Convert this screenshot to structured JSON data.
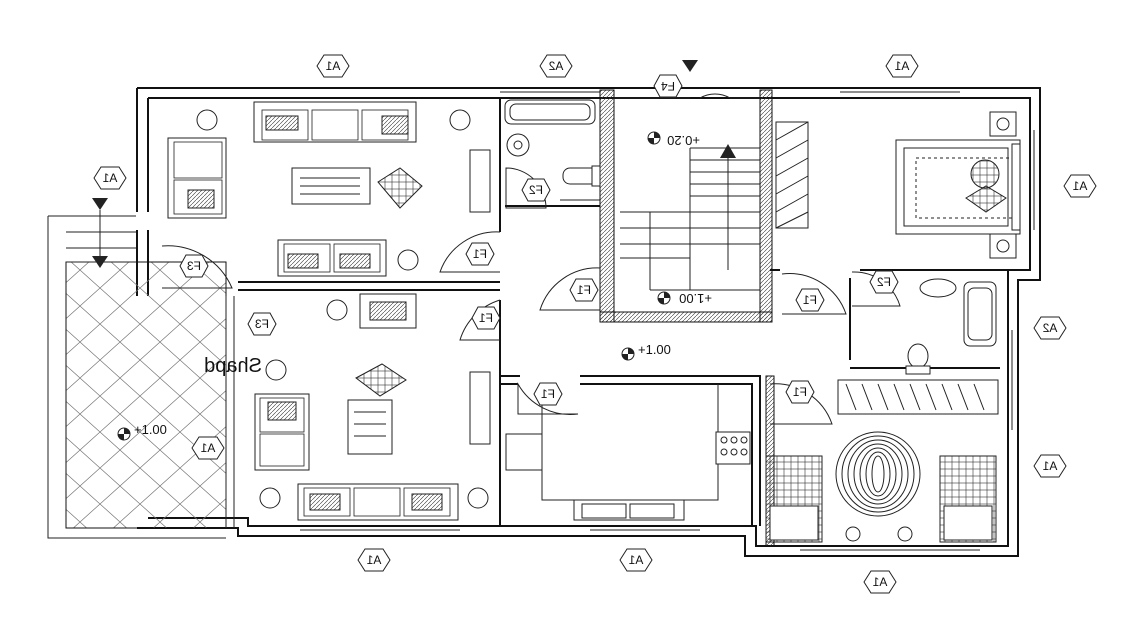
{
  "section_tags": [
    {
      "id": "t1",
      "text": "A1"
    },
    {
      "id": "t2",
      "text": "A2"
    },
    {
      "id": "t3",
      "text": "A1"
    },
    {
      "id": "t4",
      "text": "A1"
    },
    {
      "id": "t5",
      "text": "A1"
    },
    {
      "id": "t6",
      "text": "A2"
    },
    {
      "id": "t7",
      "text": "A1"
    },
    {
      "id": "t8",
      "text": "A1"
    },
    {
      "id": "t9",
      "text": "A1"
    },
    {
      "id": "t10",
      "text": "A1"
    },
    {
      "id": "t11",
      "text": "A1"
    }
  ],
  "door_tags": [
    {
      "id": "d1",
      "text": "F4"
    },
    {
      "id": "d2",
      "text": "F2"
    },
    {
      "id": "d3",
      "text": "F1"
    },
    {
      "id": "d4",
      "text": "F1"
    },
    {
      "id": "d5",
      "text": "F3"
    },
    {
      "id": "d6",
      "text": "F3"
    },
    {
      "id": "d7",
      "text": "F1"
    },
    {
      "id": "d8",
      "text": "F2"
    },
    {
      "id": "d9",
      "text": "F1"
    },
    {
      "id": "d10",
      "text": "F1"
    },
    {
      "id": "d11",
      "text": "F1"
    }
  ],
  "levels": [
    {
      "id": "lv1",
      "text": "+0.20"
    },
    {
      "id": "lv2",
      "text": "+1.00"
    },
    {
      "id": "lv3",
      "text": "+1.00"
    },
    {
      "id": "lv4",
      "text": "+1.00"
    }
  ],
  "mirrored_text": [
    {
      "id": "m1",
      "text": "Shapd"
    }
  ],
  "colors": {
    "line": "#111111",
    "background": "#ffffff"
  }
}
